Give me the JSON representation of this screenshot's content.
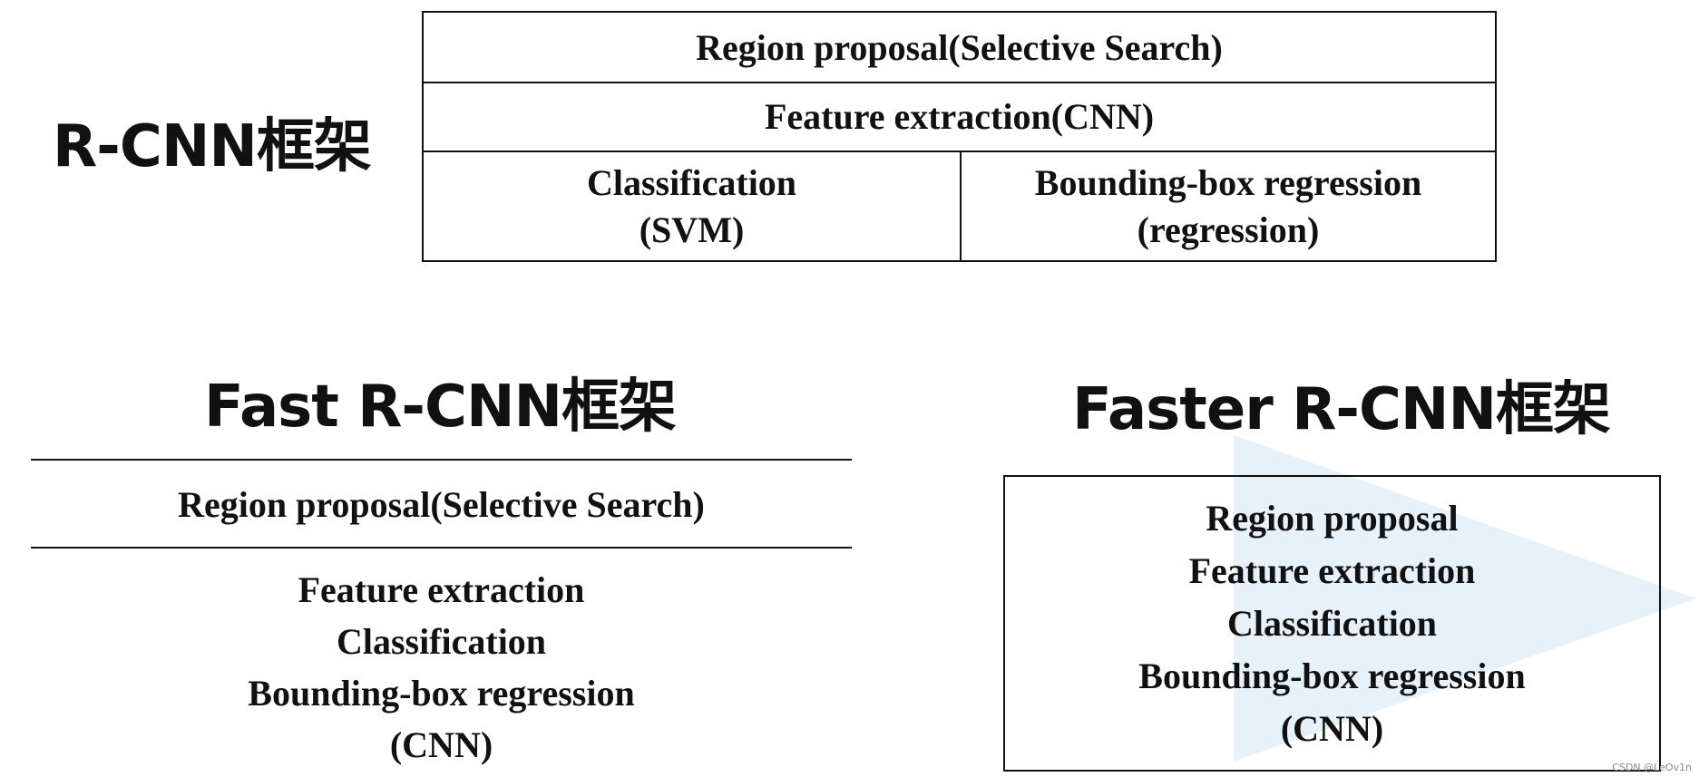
{
  "rcnn": {
    "title": "R-CNN框架",
    "region_proposal": "Region proposal(Selective Search)",
    "feature_extraction": "Feature extraction(CNN)",
    "classification": [
      "Classification",
      "(SVM)"
    ],
    "bbox_regression": [
      "Bounding-box regression",
      "(regression)"
    ]
  },
  "fast_rcnn": {
    "title": "Fast R-CNN框架",
    "region_proposal": "Region proposal(Selective Search)",
    "steps": [
      "Feature extraction",
      "Classification",
      "Bounding-box regression",
      "(CNN)"
    ]
  },
  "faster_rcnn": {
    "title": "Faster R-CNN框架",
    "steps": [
      "Region proposal",
      "Feature extraction",
      "Classification",
      "Bounding-box regression",
      "(CNN)"
    ]
  },
  "watermark": "CSDN @LeOv1n",
  "colors": {
    "text": "#111111",
    "border": "#111111",
    "arrow_bg": "#e6f1fa"
  }
}
